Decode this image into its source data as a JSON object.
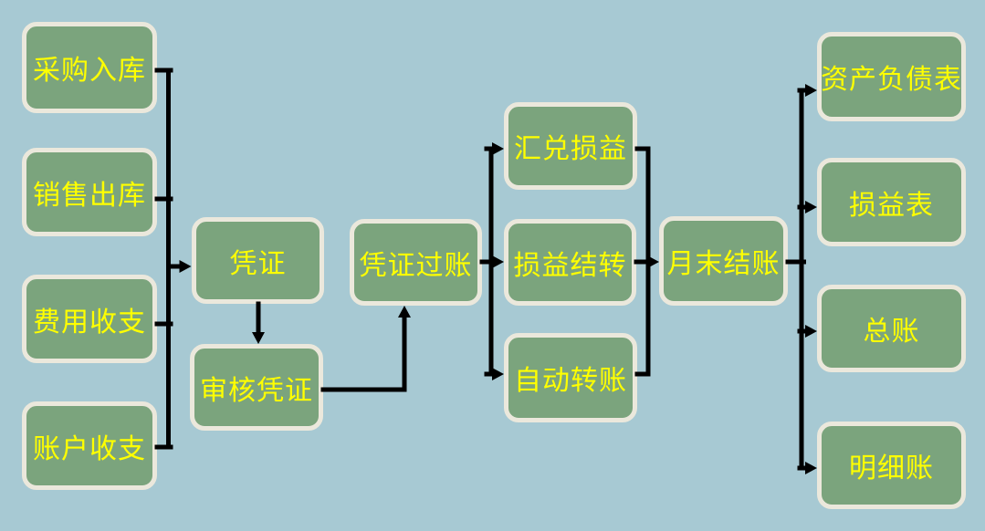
{
  "diagram": {
    "colors": {
      "background": "#A7C9D3",
      "node_fill": "#7BA47D",
      "node_border": "#EBE8DC",
      "node_text": "#FFFF00",
      "line": "#000000"
    },
    "nodes": {
      "purchase_inbound": {
        "label": "采购入库"
      },
      "sales_outbound": {
        "label": "销售出库"
      },
      "expense_income": {
        "label": "费用收支"
      },
      "account_income": {
        "label": "账户收支"
      },
      "voucher": {
        "label": "凭证"
      },
      "audit_voucher": {
        "label": "审核凭证"
      },
      "voucher_posting": {
        "label": "凭证过账"
      },
      "exchange_gain_loss": {
        "label": "汇兑损益"
      },
      "profit_loss_carryover": {
        "label": "损益结转"
      },
      "auto_transfer": {
        "label": "自动转账"
      },
      "month_end_closing": {
        "label": "月末结账"
      },
      "balance_sheet": {
        "label": "资产负债表"
      },
      "income_statement": {
        "label": "损益表"
      },
      "general_ledger": {
        "label": "总账"
      },
      "subsidiary_ledger": {
        "label": "明细账"
      }
    },
    "edges": [
      {
        "from": "purchase_inbound",
        "to": "voucher"
      },
      {
        "from": "sales_outbound",
        "to": "voucher"
      },
      {
        "from": "expense_income",
        "to": "voucher"
      },
      {
        "from": "account_income",
        "to": "voucher"
      },
      {
        "from": "voucher",
        "to": "audit_voucher"
      },
      {
        "from": "audit_voucher",
        "to": "voucher_posting"
      },
      {
        "from": "voucher_posting",
        "to": "exchange_gain_loss"
      },
      {
        "from": "voucher_posting",
        "to": "profit_loss_carryover"
      },
      {
        "from": "voucher_posting",
        "to": "auto_transfer"
      },
      {
        "from": "exchange_gain_loss",
        "to": "month_end_closing"
      },
      {
        "from": "profit_loss_carryover",
        "to": "month_end_closing"
      },
      {
        "from": "auto_transfer",
        "to": "month_end_closing"
      },
      {
        "from": "month_end_closing",
        "to": "balance_sheet"
      },
      {
        "from": "month_end_closing",
        "to": "income_statement"
      },
      {
        "from": "month_end_closing",
        "to": "general_ledger"
      },
      {
        "from": "month_end_closing",
        "to": "subsidiary_ledger"
      }
    ]
  }
}
